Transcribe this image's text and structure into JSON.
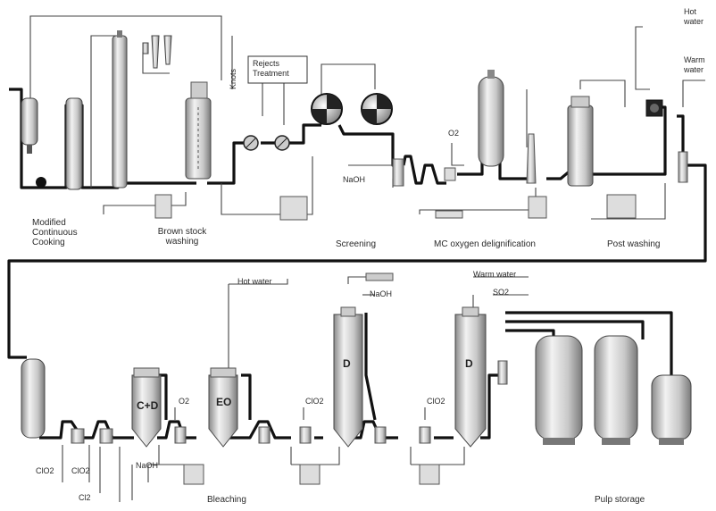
{
  "diagram": {
    "sections_top": {
      "cooking": "Modified\nContinuous\nCooking",
      "brown_stock": "Brown stock\nwashing",
      "screening": "Screening",
      "oxygen_delig": "MC oxygen delignification",
      "post_washing": "Post washing"
    },
    "sections_bottom": {
      "bleaching": "Bleaching",
      "pulp_storage": "Pulp storage"
    },
    "inline_labels": {
      "knots": "Knots",
      "rejects": "Rejects\nTreatment",
      "naoh_top": "NaOH",
      "o2_top": "O2",
      "hot_water_top": "Hot\nwater",
      "warm_water_top": "Warm\nwater",
      "hot_water_bottom": "Hot water",
      "naoh_bottom": "NaOH",
      "warm_water_bottom": "Warm water",
      "so2": "SO2",
      "o2_bottom": "O2",
      "clo2_1": "ClO2",
      "clo2_2": "ClO2",
      "clo2_3": "ClO2",
      "clo2_4": "ClO2",
      "cl2": "Cl2",
      "naoh_small": "NaOH"
    },
    "stage_letters": {
      "cd": "C+D",
      "eo": "EO",
      "d1": "D",
      "d2": "D"
    }
  },
  "colors": {
    "pipe": "#111111",
    "thin_line": "#444444",
    "vessel_light": "#e6e6e6",
    "vessel_dark": "#9a9a9a"
  }
}
